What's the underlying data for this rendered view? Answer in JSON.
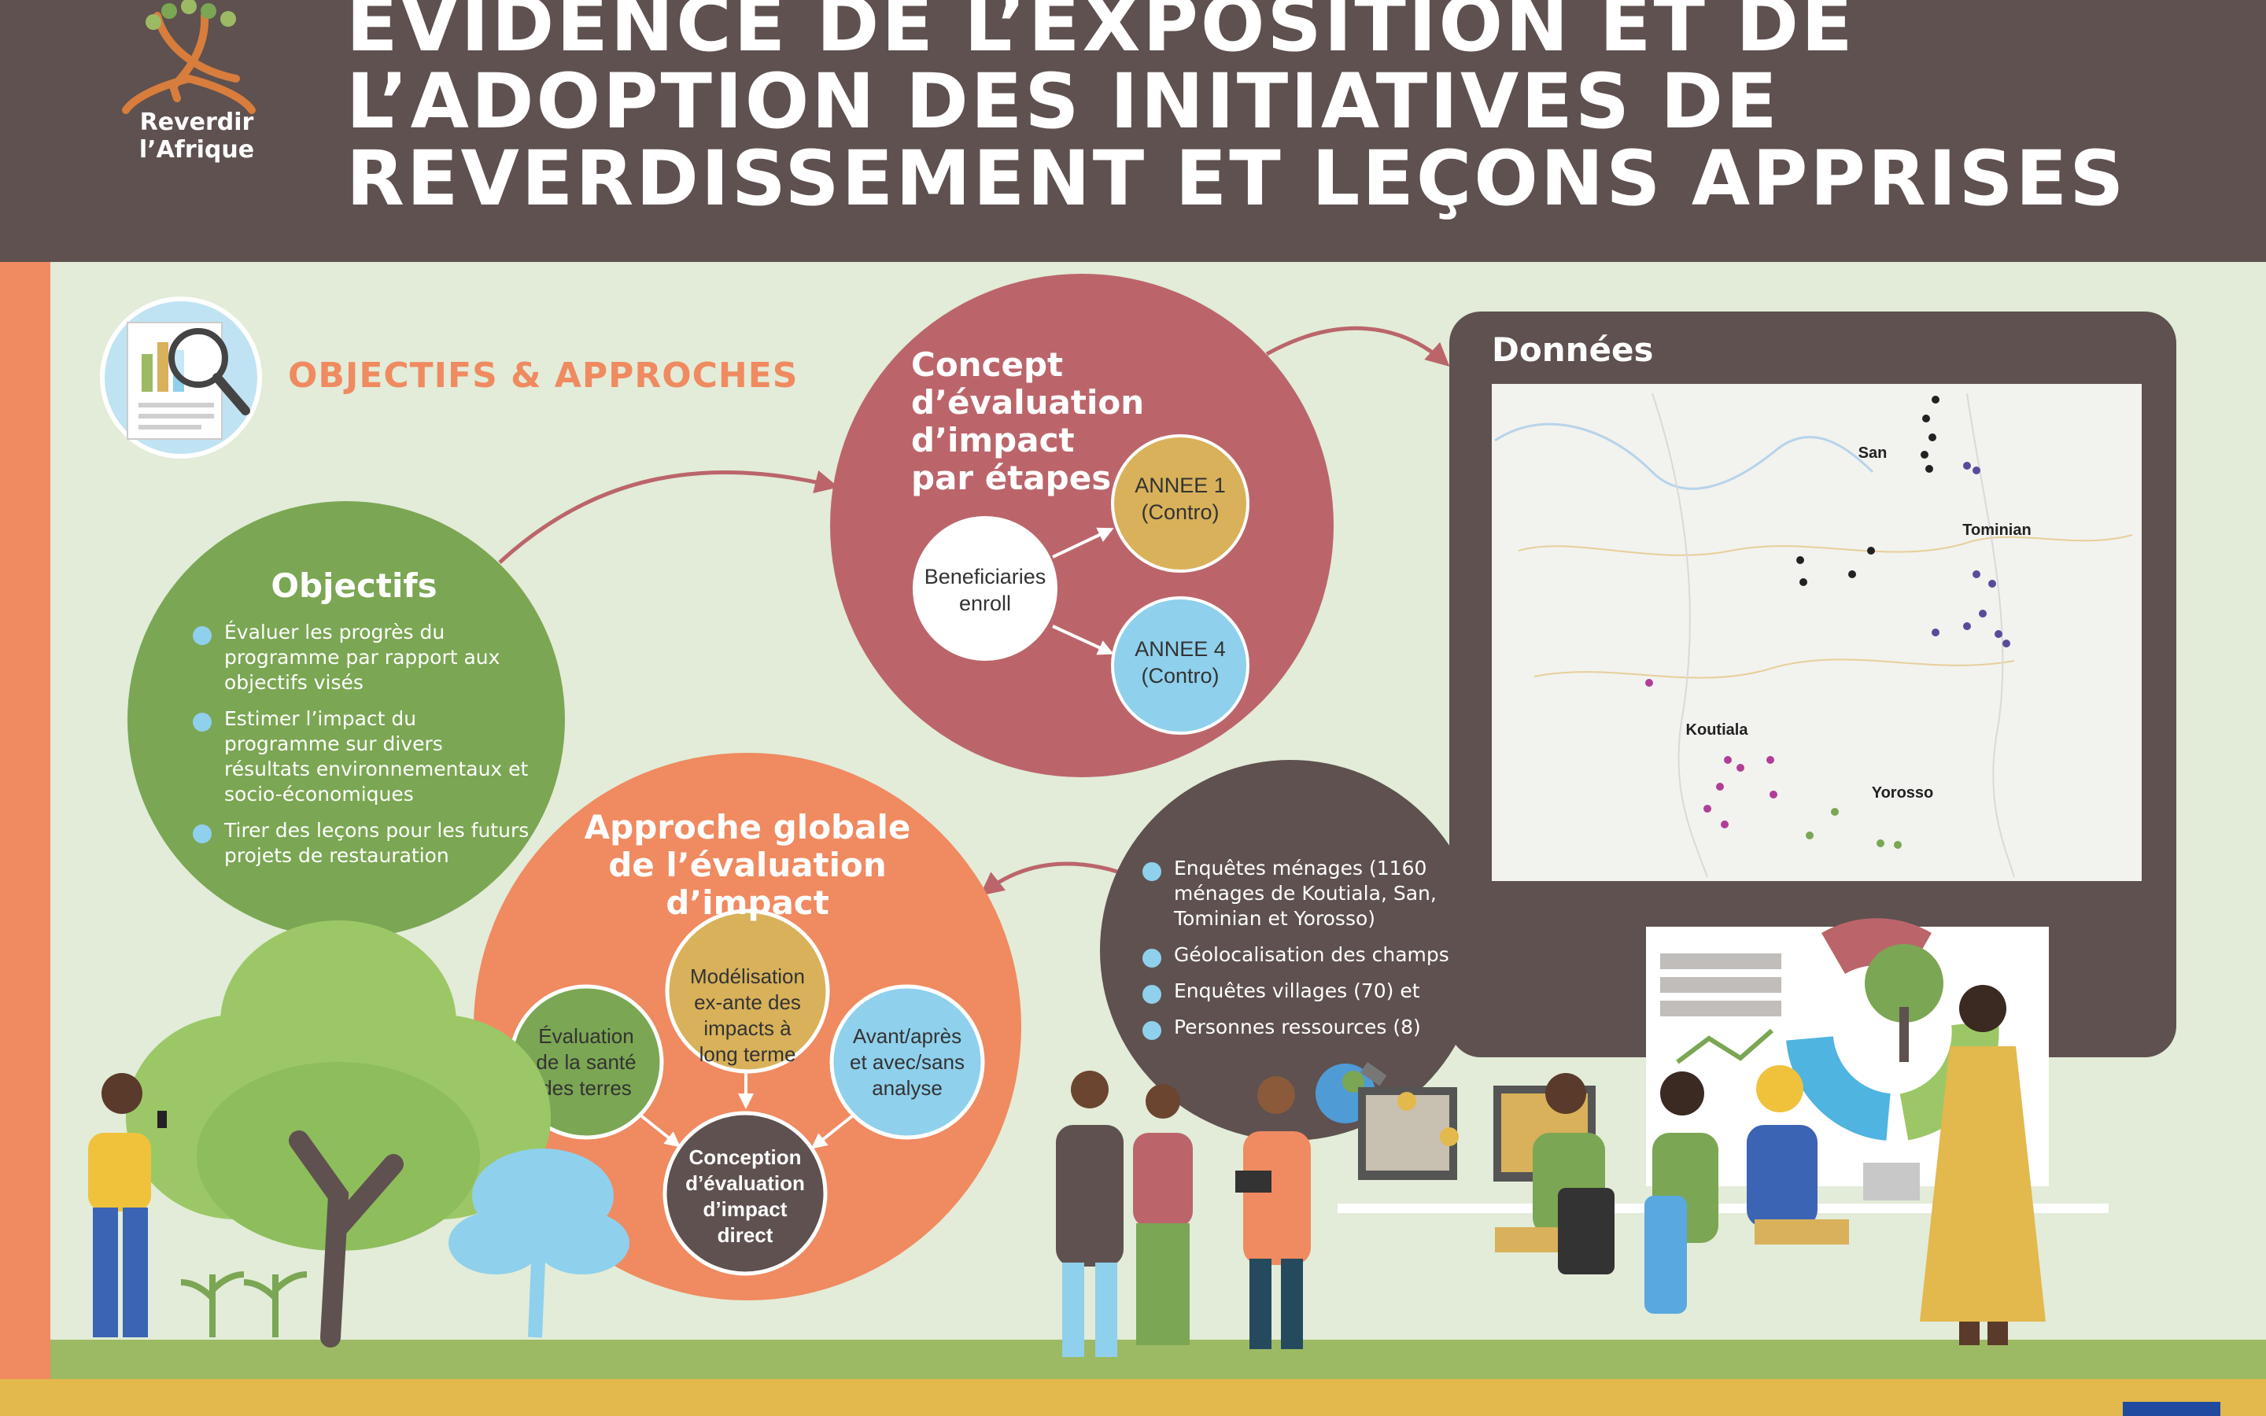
{
  "header": {
    "title_lines": [
      "ÉVIDENCE DE L’EXPOSITION ET DE",
      "L’ADOPTION DES INITIATIVES DE",
      "REVERDISSEMENT ET LEÇONS APPRISES"
    ],
    "brand": "Reverdir l’Afrique"
  },
  "section": {
    "title": "OBJECTIFS & APPROCHES"
  },
  "objectifs": {
    "title": "Objectifs",
    "items": [
      "Évaluer les progrès du programme par rapport aux objectifs visés",
      "Estimer l’impact du programme sur divers résultats environnementaux et socio-économiques",
      "Tirer des leçons pour les futurs projets de restauration"
    ]
  },
  "concept": {
    "title_lines": [
      "Concept",
      "d’évaluation",
      "d’impact",
      "par étapes"
    ],
    "beneficiaries": [
      "Beneficiaries",
      "enroll"
    ],
    "annee1": [
      "ANNEE 1",
      "(Contro)"
    ],
    "annee4": [
      "ANNEE 4",
      "(Contro)"
    ]
  },
  "approche": {
    "title_lines": [
      "Approche globale",
      "de l’évaluation",
      "d’impact"
    ],
    "modelisation": [
      "Modélisation",
      "ex-ante des",
      "impacts à",
      "long terme"
    ],
    "sante": [
      "Évaluation",
      "de la santé",
      "des terres"
    ],
    "avant": [
      "Avant/après",
      "et avec/sans",
      "analyse"
    ],
    "conception": [
      "Conception",
      "d’évaluation",
      "d’impact",
      "direct"
    ]
  },
  "donnees": {
    "title": "Données",
    "items": [
      "Enquêtes ménages (1160 ménages de Koutiala, San, Tominian et Yorosso)",
      "Géolocalisation des champs",
      " Enquêtes villages (70) et",
      "Personnes ressources (8)"
    ],
    "map_labels": {
      "san": "San",
      "tominian": "Tominian",
      "koutiala": "Koutiala",
      "yorosso": "Yorosso"
    }
  },
  "colors": {
    "header": "#5e514f",
    "accent_orange": "#f08a60",
    "green": "#7ba653",
    "maroon": "#bb656b",
    "gold": "#d8b15a",
    "sky": "#8fd0ec",
    "dark_brown": "#5e514f",
    "background": "#e2ecd8"
  }
}
